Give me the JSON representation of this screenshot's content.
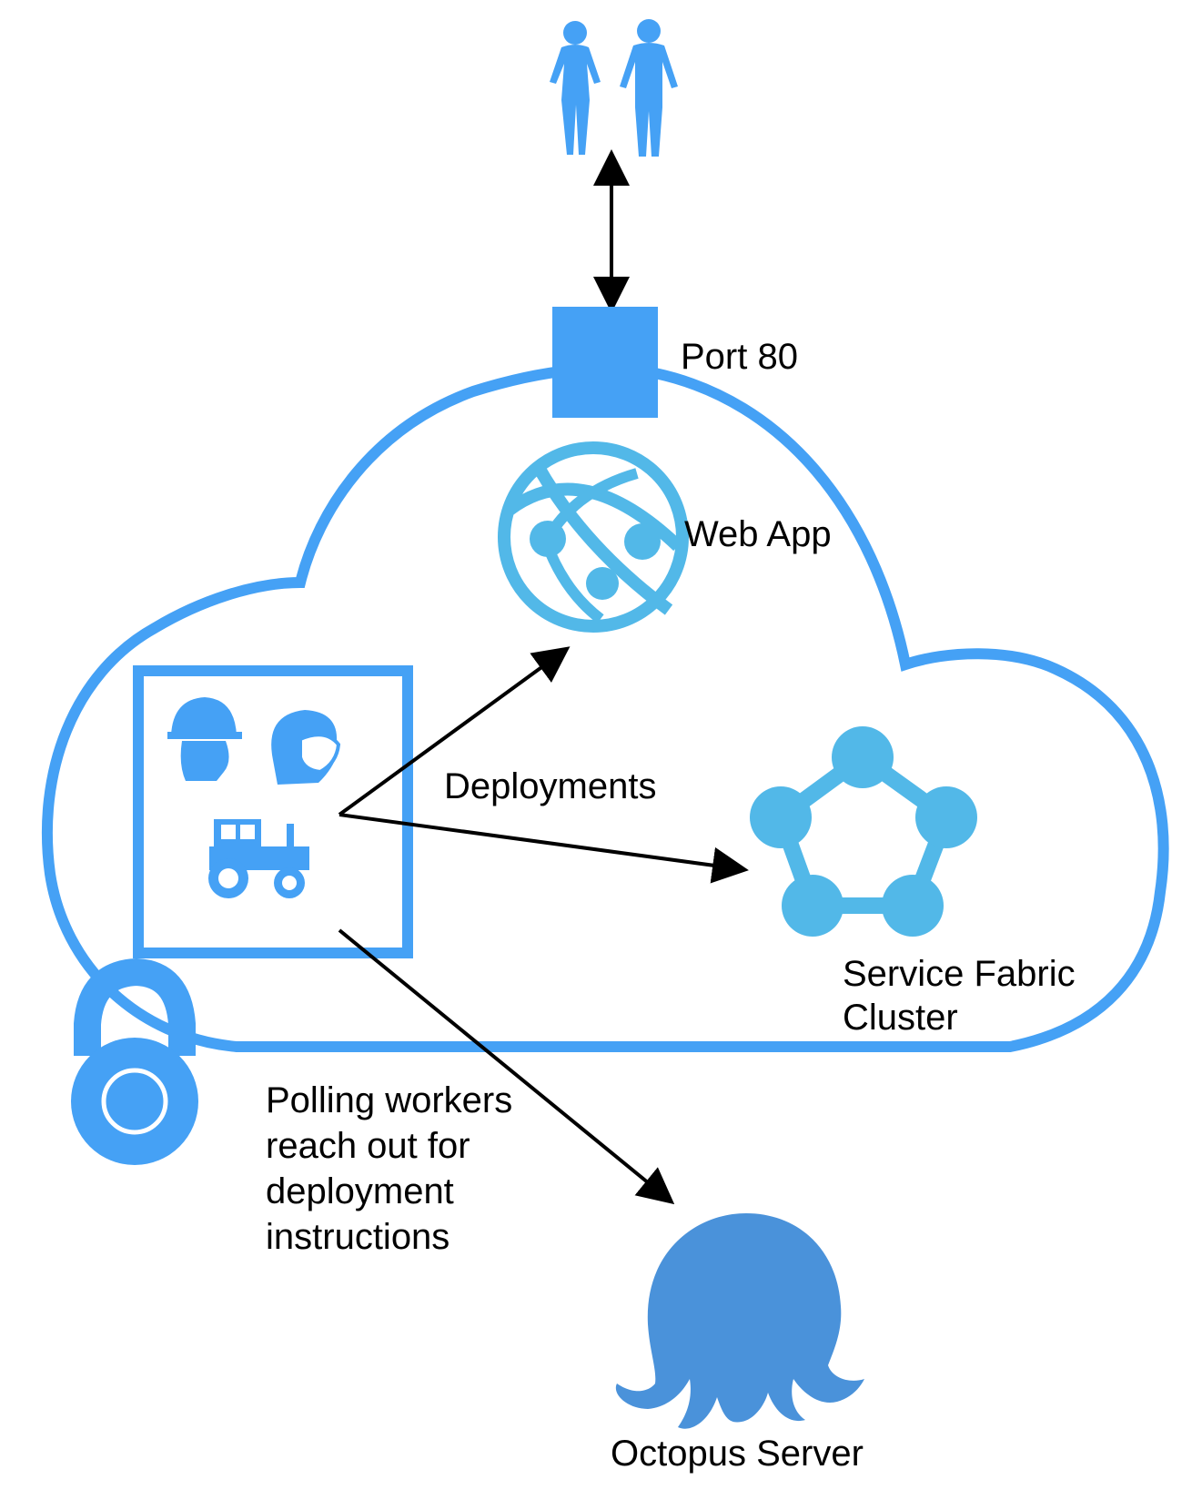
{
  "colors": {
    "primary_blue": "#45a1f5",
    "service_blue": "#52b8e8",
    "octopus_blue": "#4a92da",
    "arrow": "#000000",
    "background": "#ffffff"
  },
  "nodes": {
    "users": {
      "icon": "people-icon"
    },
    "port": {
      "label": "Port 80",
      "icon": "port-square"
    },
    "web_app": {
      "label": "Web App",
      "icon": "web-app-globe-icon"
    },
    "service_fabric": {
      "label_line1": "Service Fabric",
      "label_line2": "Cluster",
      "icon": "service-fabric-icon"
    },
    "workers": {
      "icons": [
        "hard-hat-worker-icon",
        "masked-worker-icon",
        "tractor-icon"
      ]
    },
    "lock": {
      "icon": "padlock-icon"
    },
    "octopus_server": {
      "label": "Octopus Server",
      "icon": "octopus-icon"
    }
  },
  "edges": {
    "deployments_label": "Deployments",
    "polling_label_lines": [
      "Polling workers",
      "reach out for",
      "deployment",
      "instructions"
    ]
  }
}
